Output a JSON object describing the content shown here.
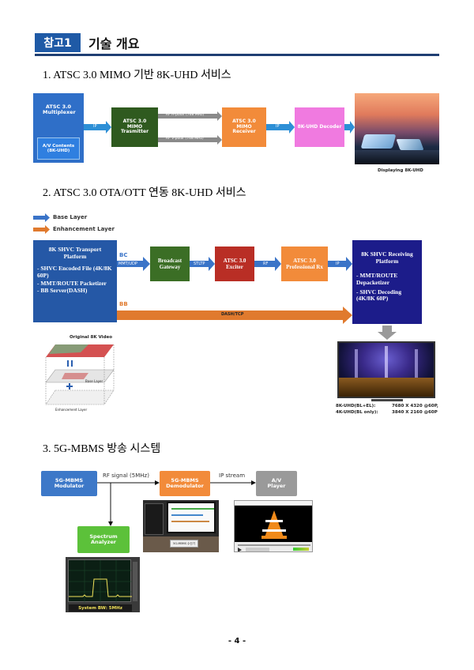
{
  "header": {
    "badge": "참고1",
    "title": "기술 개요"
  },
  "section1": {
    "title": "1. ATSC 3.0 MIMO 기반 8K-UHD 서비스",
    "multiplexer": "ATSC 3.0 Multiplexer",
    "av_contents": "A/V Contents (8K-UHD)",
    "ip1": "IP",
    "transmitter": "ATSC 3.0 MIMO Trasmitter",
    "rf_h": "RF H-polar (768 MHz)",
    "rf_v": "RF V-polar (768 MHz)",
    "receiver": "ATSC 3.0 MIMO Receiver",
    "ip2": "IP",
    "decoder": "8K-UHD Decoder",
    "display_caption": "Displaying 8K-UHD"
  },
  "section2": {
    "title": "2. ATSC 3.0 OTA/OTT 연동 8K-UHD 서비스",
    "legend_base": "Base Layer",
    "legend_enh": "Enhancement Layer",
    "transport_title": "8K SHVC Transport Platform",
    "transport_items": [
      "- SHVC Encoded File (4K/8K 60P)",
      "- MMT/ROUTE Packetizer",
      "- BB Server(DASH)"
    ],
    "bc": "BC",
    "mmt_udp": "MMT/UDP",
    "gateway": "Broadcast Gateway",
    "stltp": "STLTP",
    "exciter": "ATSC 3.0 Exciter",
    "rf": "RF",
    "professional": "ATSC 3.0 Professional Rx",
    "ip": "IP",
    "receiving_title": "8K SHVC Receiving Platform",
    "receiving_items": [
      "- MMT/ROUTE Depacketizer",
      "- SHVC Decoding (4K/8K 60P)"
    ],
    "bb": "BB",
    "dash_tcp": "DASH/TCP",
    "original_video": "Original 8K Video",
    "base_layer_lbl": "Base Layer",
    "enh_layer_lbl": "Enhancement Layer",
    "spec1_label": "8K-UHD(BL+EL):",
    "spec1_value": "7680 X 4320 @60P,",
    "spec2_label": "4K-UHD(BL only):",
    "spec2_value": "3840 X 2160 @60P"
  },
  "section3": {
    "title": "3. 5G-MBMS 방송 시스템",
    "modulator": "5G-MBMS Modulator",
    "rf_signal": "RF signal (5MHz)",
    "demodulator": "5G-MBMS Demodulator",
    "ip_stream": "IP stream",
    "player": "A/V Player",
    "analyzer": "Spectrum Analyzer",
    "system_bw": "System BW: 5MHz",
    "demod_screen": "5G-MBMS 수신기"
  },
  "footer": {
    "page": "- 4 -"
  }
}
